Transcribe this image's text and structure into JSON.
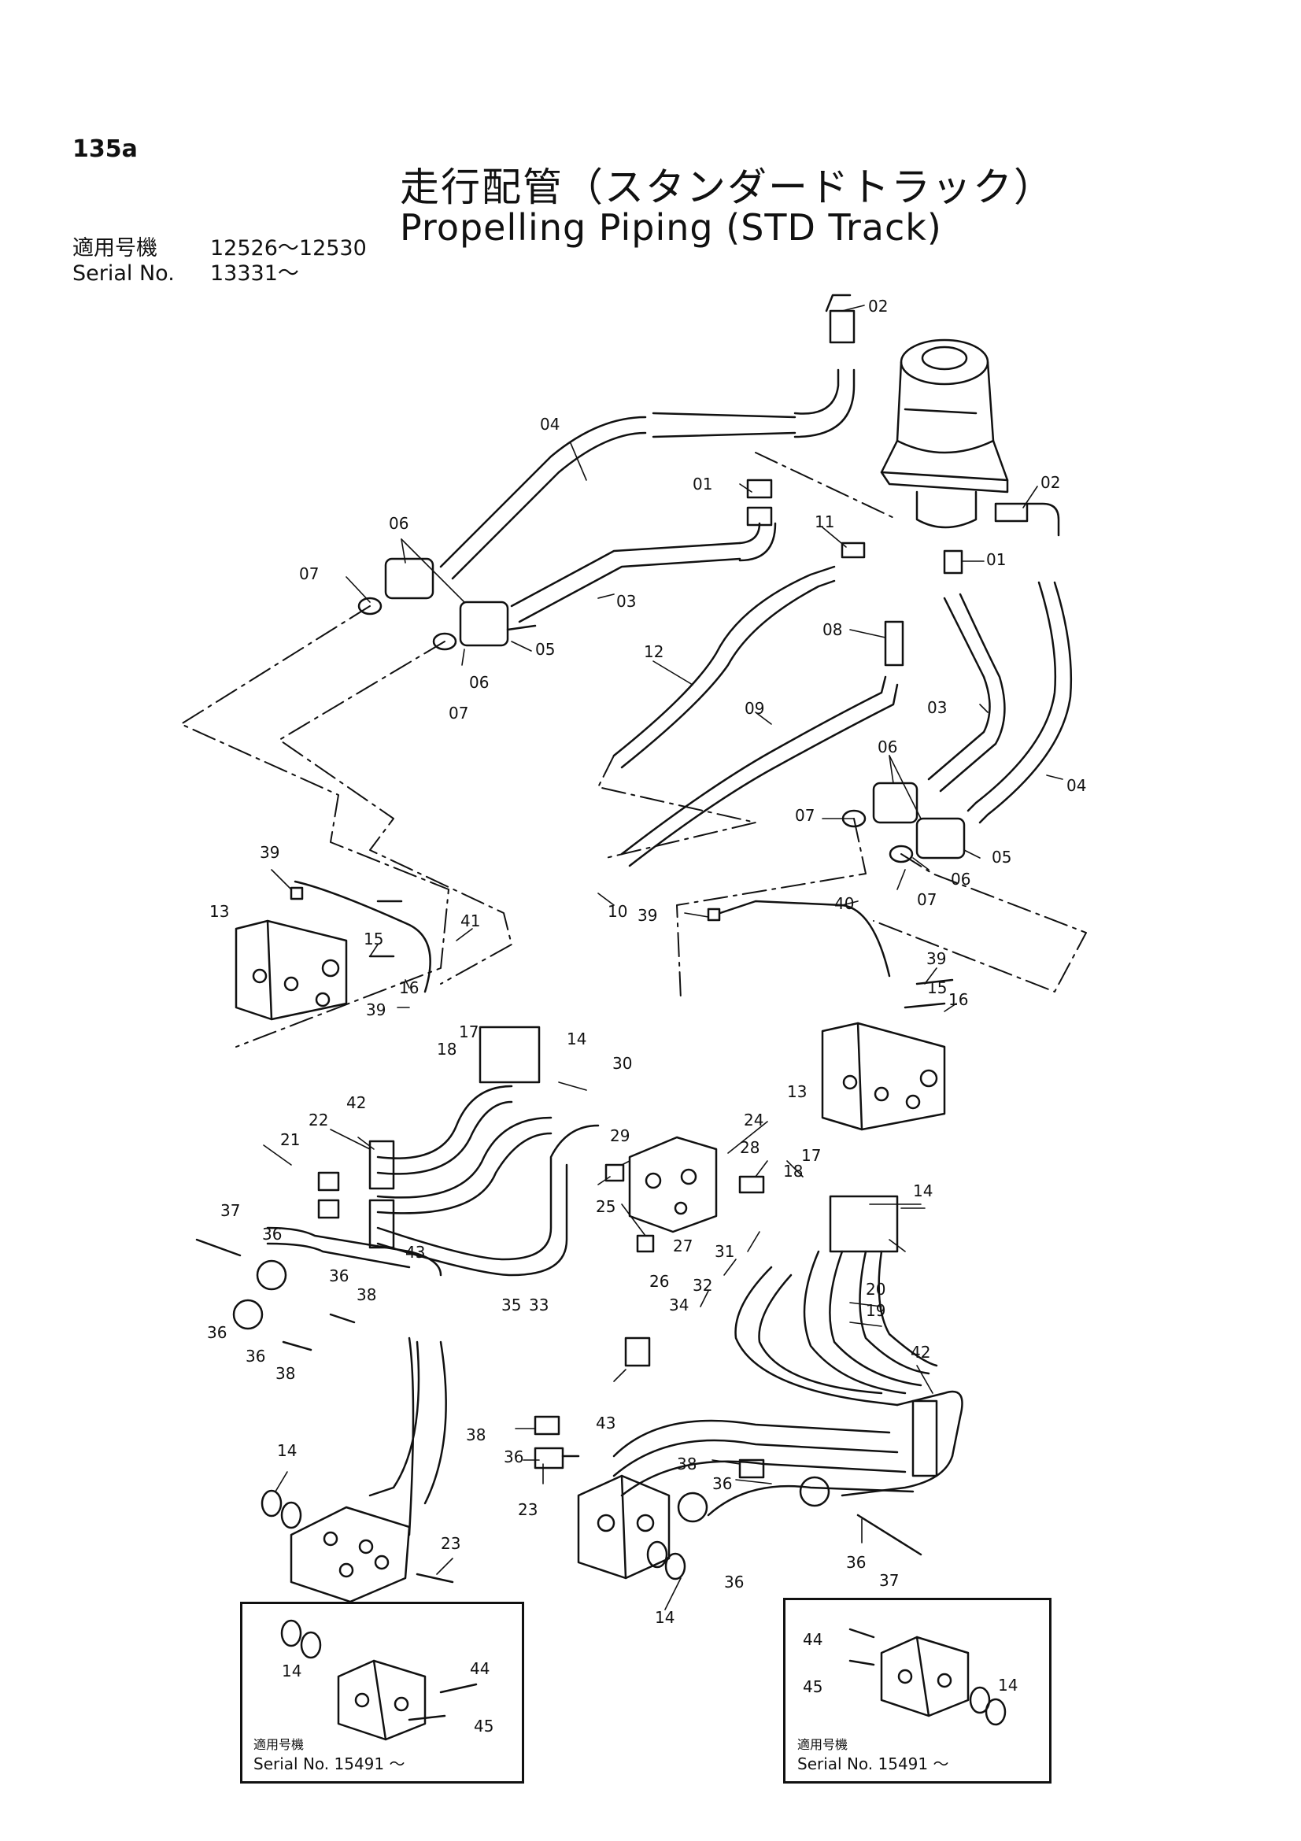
{
  "header": {
    "page_number": "135a",
    "title_jp": "走行配管（スタンダードトラック）",
    "title_en": "Propelling Piping (STD Track)",
    "applicable_label_jp": "適用号機",
    "applicable_value": "12526～12530",
    "serial_label": "Serial No.",
    "serial_value": "13331～"
  },
  "labels": {
    "l01a": "01",
    "l01b": "01",
    "l02a": "02",
    "l02b": "02",
    "l03a": "03",
    "l03b": "03",
    "l04a": "04",
    "l04b": "04",
    "l05a": "05",
    "l05b": "05",
    "l06a": "06",
    "l06b": "06",
    "l06c": "06",
    "l06d": "06",
    "l07a": "07",
    "l07b": "07",
    "l07c": "07",
    "l07d": "07",
    "l08": "08",
    "l09": "09",
    "l10": "10",
    "l11": "11",
    "l12": "12",
    "l13a": "13",
    "l13b": "13",
    "l14a": "14",
    "l14b": "14",
    "l14c": "14",
    "l14d": "14",
    "l14e": "14",
    "l14f": "14",
    "l15a": "15",
    "l15b": "15",
    "l16a": "16",
    "l16b": "16",
    "l17a": "17",
    "l17b": "17",
    "l18a": "18",
    "l18b": "18",
    "l19": "19",
    "l20": "20",
    "l21": "21",
    "l22": "22",
    "l23a": "23",
    "l23b": "23",
    "l24": "24",
    "l25": "25",
    "l26": "26",
    "l27": "27",
    "l28": "28",
    "l29": "29",
    "l30": "30",
    "l31": "31",
    "l32": "32",
    "l33": "33",
    "l34": "34",
    "l35": "35",
    "l36a": "36",
    "l36b": "36",
    "l36c": "36",
    "l36d": "36",
    "l36e": "36",
    "l36f": "36",
    "l36g": "36",
    "l36h": "36",
    "l37a": "37",
    "l37b": "37",
    "l38a": "38",
    "l38b": "38",
    "l38c": "38",
    "l38d": "38",
    "l39a": "39",
    "l39b": "39",
    "l39c": "39",
    "l39d": "39",
    "l40": "40",
    "l41": "41",
    "l42a": "42",
    "l42b": "42",
    "l43a": "43",
    "l43b": "43",
    "l44a": "44",
    "l44b": "44",
    "l45a": "45",
    "l45b": "45"
  },
  "insets": {
    "left": {
      "applicable_label_jp": "適用号機",
      "serial_text": "Serial No. 15491 ～"
    },
    "right": {
      "applicable_label_jp": "適用号機",
      "serial_text": "Serial No. 15491 ～"
    }
  }
}
